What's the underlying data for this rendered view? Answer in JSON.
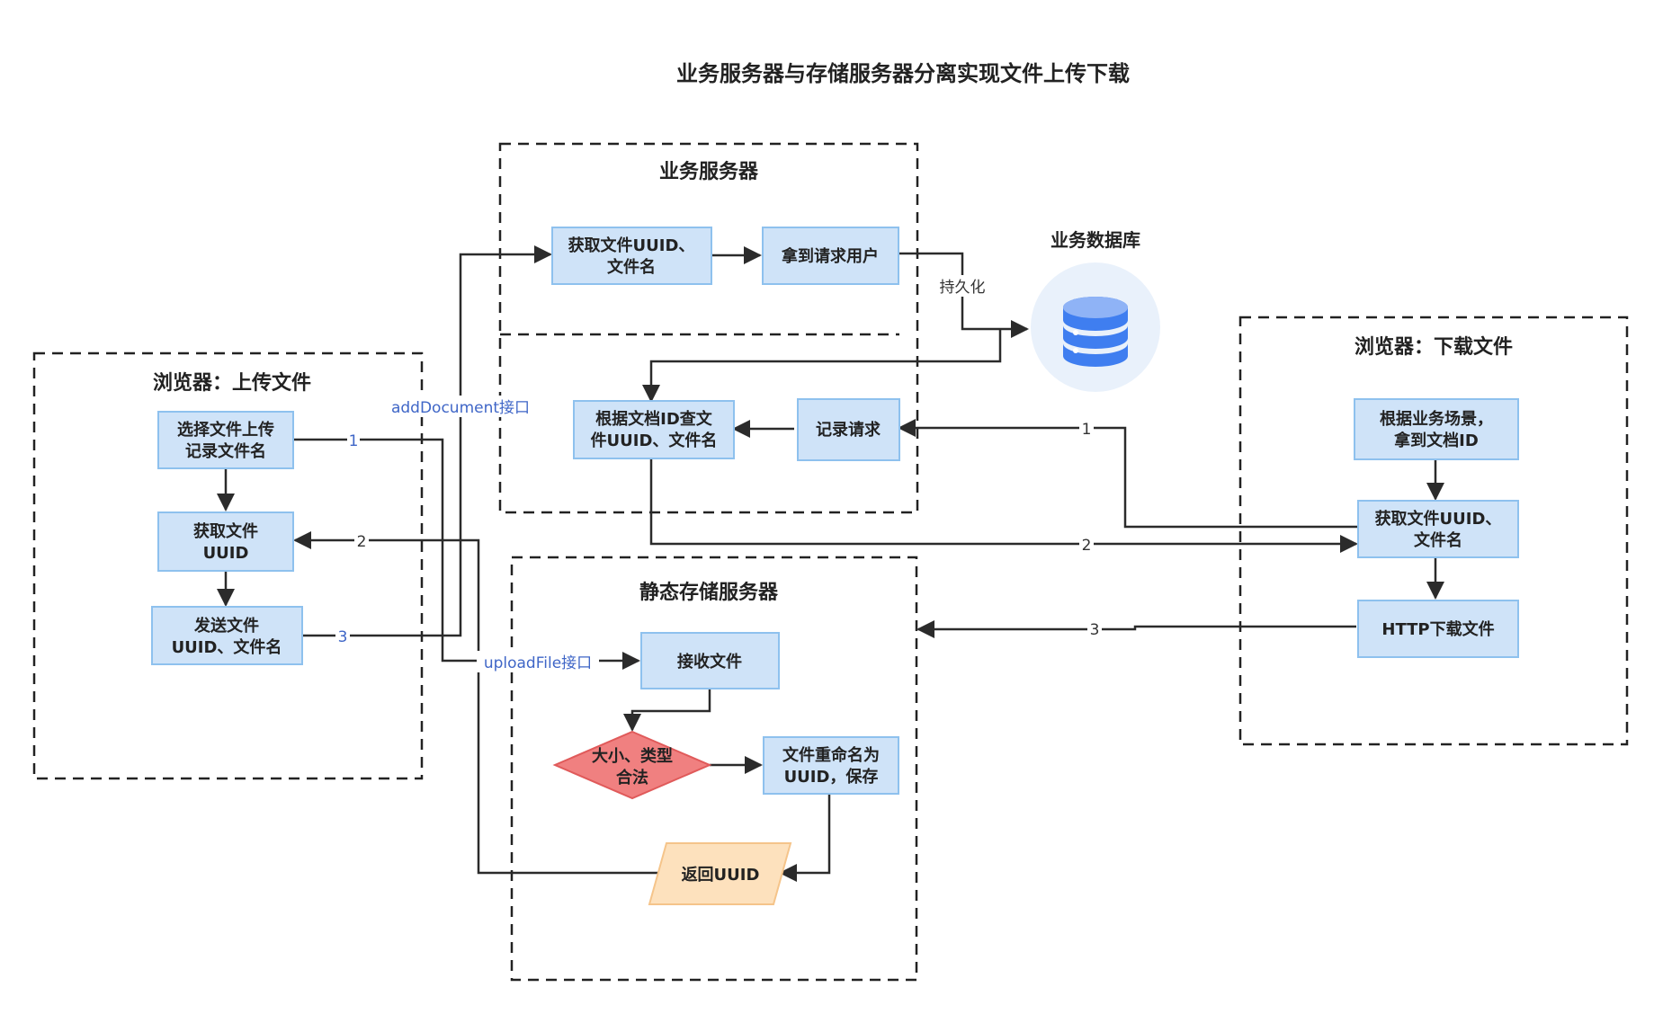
{
  "title": "业务服务器与存储服务器分离实现文件上传下载",
  "groups": {
    "business": "业务服务器",
    "browser_upload": "浏览器：上传文件",
    "static_storage": "静态存储服务器",
    "browser_download": "浏览器：下载文件"
  },
  "database": {
    "label": "业务数据库",
    "icon": "database-icon"
  },
  "nodes": {
    "get_uuid_name": [
      "获取文件UUID、",
      "文件名"
    ],
    "get_user": [
      "拿到请求用户"
    ],
    "query_by_id": [
      "根据文档ID查文",
      "件UUID、文件名"
    ],
    "record_request": [
      "记录请求"
    ],
    "select_file": [
      "选择文件上传",
      "记录文件名"
    ],
    "fetch_uuid": [
      "获取文件",
      "UUID"
    ],
    "send_uuid": [
      "发送文件",
      "UUID、文件名"
    ],
    "receive_file": [
      "接收文件"
    ],
    "validate": [
      "大小、类型",
      "合法"
    ],
    "rename_save": [
      "文件重命名为",
      "UUID，保存"
    ],
    "return_uuid": [
      "返回UUID"
    ],
    "get_doc_id": [
      "根据业务场景，",
      "拿到文档ID"
    ],
    "get_uuid_name_dl": [
      "获取文件UUID、",
      "文件名"
    ],
    "http_download": [
      "HTTP下载文件"
    ]
  },
  "edge_labels": {
    "persist": "持久化",
    "add_document": "addDocument接口",
    "upload_file": "uploadFile接口",
    "up_1": "1",
    "up_2": "2",
    "up_3": "3",
    "dl_1": "1",
    "dl_2": "2",
    "dl_3": "3"
  },
  "colors": {
    "node_fill": "#cfe3f8",
    "node_stroke": "#8ec1ee",
    "decision_fill": "#f08080",
    "decision_stroke": "#e05a5a",
    "io_fill": "#fde1bd",
    "io_stroke": "#f5c48a",
    "db_circle": "#e9f1fb",
    "db_icon": "#3f7ef0",
    "link_blue": "#3f66c7"
  }
}
